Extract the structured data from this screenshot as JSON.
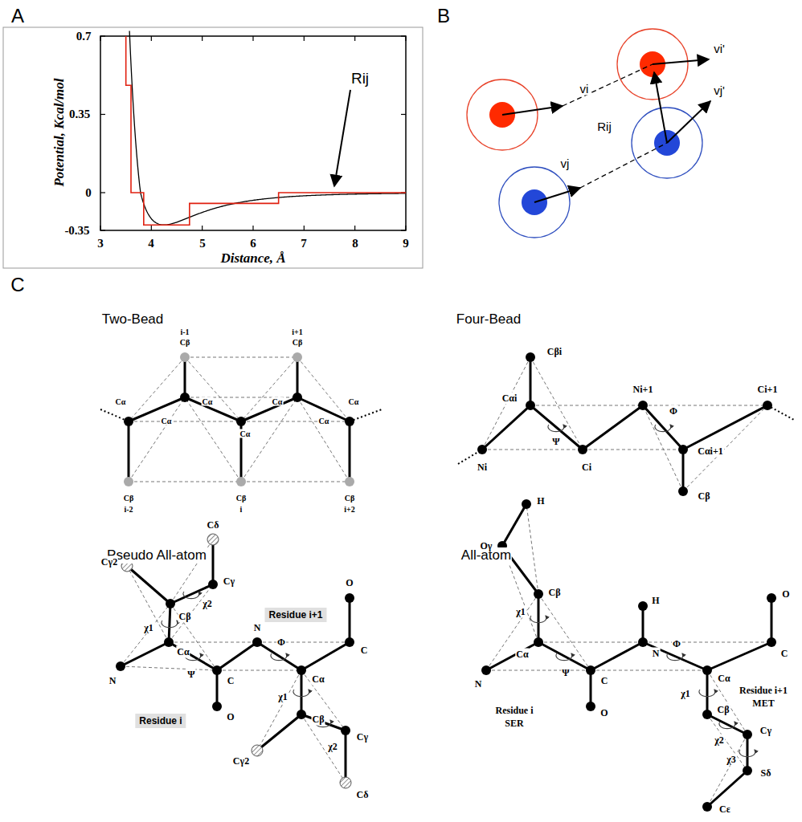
{
  "diagram": {
    "labels": [
      "A",
      "0.7",
      "0.35",
      "0",
      "-0.35",
      "3",
      "4",
      "5",
      "6",
      "7",
      "8",
      "9",
      "Potential, Kcal/mol",
      "Distance, Å",
      "Rij",
      "B",
      "vi",
      "Rij",
      "vi'",
      "vj",
      "vj'",
      "C",
      "Two-Bead",
      "Four-Bead",
      "Pseudo All-atom",
      "All-atom",
      "i-1",
      "Cβ",
      "i+1",
      "Cβ",
      "Cα",
      "Cα",
      "Cα",
      "Cα",
      "Cα",
      "Cα",
      "Cα",
      "Cβ",
      "i-2",
      "Cβ",
      "i",
      "Cβ",
      "i+2",
      "Cβi",
      "Ni",
      "Ψ",
      "Ci",
      "Ni+1",
      "Φ",
      "Ci+1",
      "Cαi",
      "Cαi+1",
      "Cβ",
      "Cδ",
      "Cγ2",
      "Cγ",
      "χ2",
      "χ1",
      "Cβ",
      "Cα",
      "N",
      "Ψ",
      "C",
      "O",
      "Residue i",
      "Residue i+1",
      "N",
      "Φ",
      "Cα",
      "χ1",
      "O",
      "C",
      "Cβ",
      "χ2",
      "Cγ2",
      "Cγ",
      "Cδ",
      "H",
      "Oγ",
      "Cβ",
      "χ1",
      "Cα",
      "N",
      "Ψ",
      "C",
      "O",
      "Residue i",
      "SER",
      "H",
      "N",
      "Φ",
      "Cα",
      "C",
      "O",
      "Residue i+1",
      "MET",
      "χ1",
      "Cβ",
      "χ2",
      "Cγ",
      "χ3",
      "Sδ",
      "Cε"
    ]
  }
}
